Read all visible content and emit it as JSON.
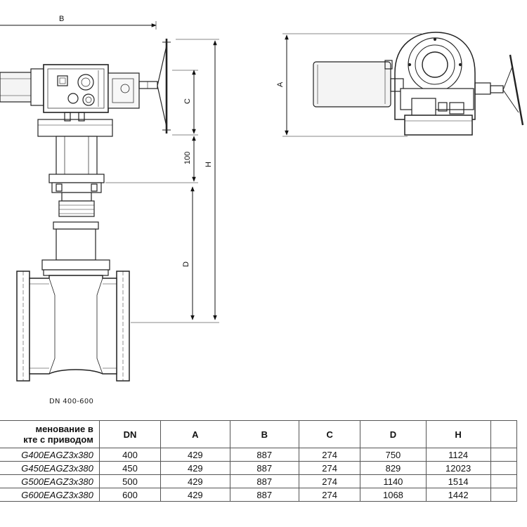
{
  "dimension_labels": {
    "B": "B",
    "C": "C",
    "gap": "100",
    "H": "H",
    "D": "D",
    "A": "A"
  },
  "caption": "DN 400-600",
  "table": {
    "headers": {
      "name_line1": "менование в",
      "name_line2": "кте с приводом",
      "DN": "DN",
      "A": "A",
      "B": "B",
      "C": "C",
      "D": "D",
      "H": "H"
    },
    "rows": [
      {
        "name": "G400EAGZ3x380",
        "DN": "400",
        "A": "429",
        "B": "887",
        "C": "274",
        "D": "750",
        "H": "1124"
      },
      {
        "name": "G450EAGZ3x380",
        "DN": "450",
        "A": "429",
        "B": "887",
        "C": "274",
        "D": "829",
        "H": "12023"
      },
      {
        "name": "G500EAGZ3x380",
        "DN": "500",
        "A": "429",
        "B": "887",
        "C": "274",
        "D": "1140",
        "H": "1514"
      },
      {
        "name": "G600EAGZ3x380",
        "DN": "600",
        "A": "429",
        "B": "887",
        "C": "274",
        "D": "1068",
        "H": "1442"
      }
    ]
  }
}
